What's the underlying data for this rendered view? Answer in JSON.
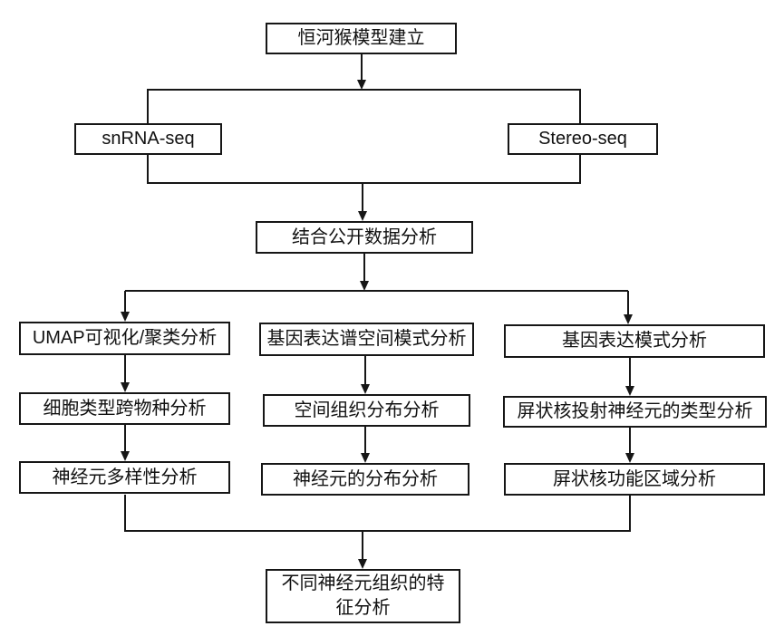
{
  "diagram": {
    "type": "flowchart",
    "background_color": "#ffffff",
    "line_color": "#161616",
    "box_border_color": "#161616",
    "box_fill_color": "#ffffff",
    "text_color": "#111111",
    "nodes": {
      "model": {
        "label": "恒河猴模型建立"
      },
      "snrna": {
        "label": "snRNA-seq"
      },
      "stereo": {
        "label": "Stereo-seq"
      },
      "combine": {
        "label": "结合公开数据分析"
      },
      "umap": {
        "label": "UMAP可视化/聚类分析"
      },
      "gene_spatial": {
        "label": "基因表达谱空间模式分析"
      },
      "gene_pattern": {
        "label": "基因表达模式分析"
      },
      "cross_species": {
        "label": "细胞类型跨物种分析"
      },
      "spatial_dist": {
        "label": "空间组织分布分析"
      },
      "claustrum_type": {
        "label": "屏状核投射神经元的类型分析"
      },
      "neuron_diversity": {
        "label": "神经元多样性分析"
      },
      "neuron_dist": {
        "label": "神经元的分布分析"
      },
      "claustrum_region": {
        "label": "屏状核功能区域分析"
      },
      "final": {
        "label": "不同神经元组织的特\n征分析"
      }
    },
    "edges": [
      {
        "from": "model",
        "to": "snrna"
      },
      {
        "from": "model",
        "to": "stereo"
      },
      {
        "from": "snrna",
        "to": "combine"
      },
      {
        "from": "stereo",
        "to": "combine"
      },
      {
        "from": "combine",
        "to": "umap"
      },
      {
        "from": "combine",
        "to": "gene_spatial"
      },
      {
        "from": "combine",
        "to": "gene_pattern"
      },
      {
        "from": "umap",
        "to": "cross_species"
      },
      {
        "from": "cross_species",
        "to": "neuron_diversity"
      },
      {
        "from": "gene_spatial",
        "to": "spatial_dist"
      },
      {
        "from": "spatial_dist",
        "to": "neuron_dist"
      },
      {
        "from": "gene_pattern",
        "to": "claustrum_type"
      },
      {
        "from": "claustrum_type",
        "to": "claustrum_region"
      },
      {
        "from": "neuron_diversity",
        "to": "final"
      },
      {
        "from": "neuron_dist",
        "to": "final"
      },
      {
        "from": "claustrum_region",
        "to": "final"
      }
    ]
  }
}
